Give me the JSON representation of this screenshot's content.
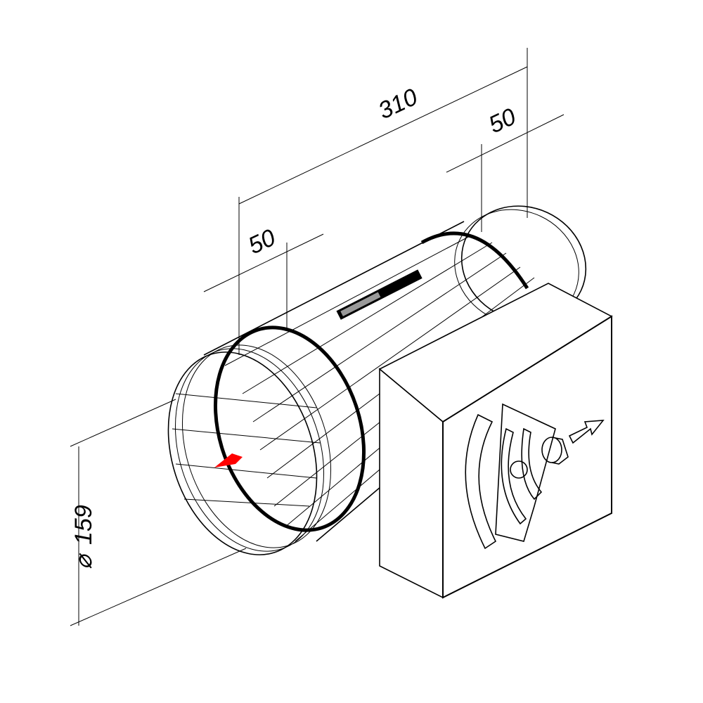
{
  "drawing": {
    "dimensions": {
      "overall_length": "310",
      "front_collar_length": "50",
      "rear_collar_length": "50",
      "diameter_symbol": "⌀",
      "diameter": "159"
    },
    "colors": {
      "line": "#000000",
      "marker": "#ff0000"
    }
  }
}
